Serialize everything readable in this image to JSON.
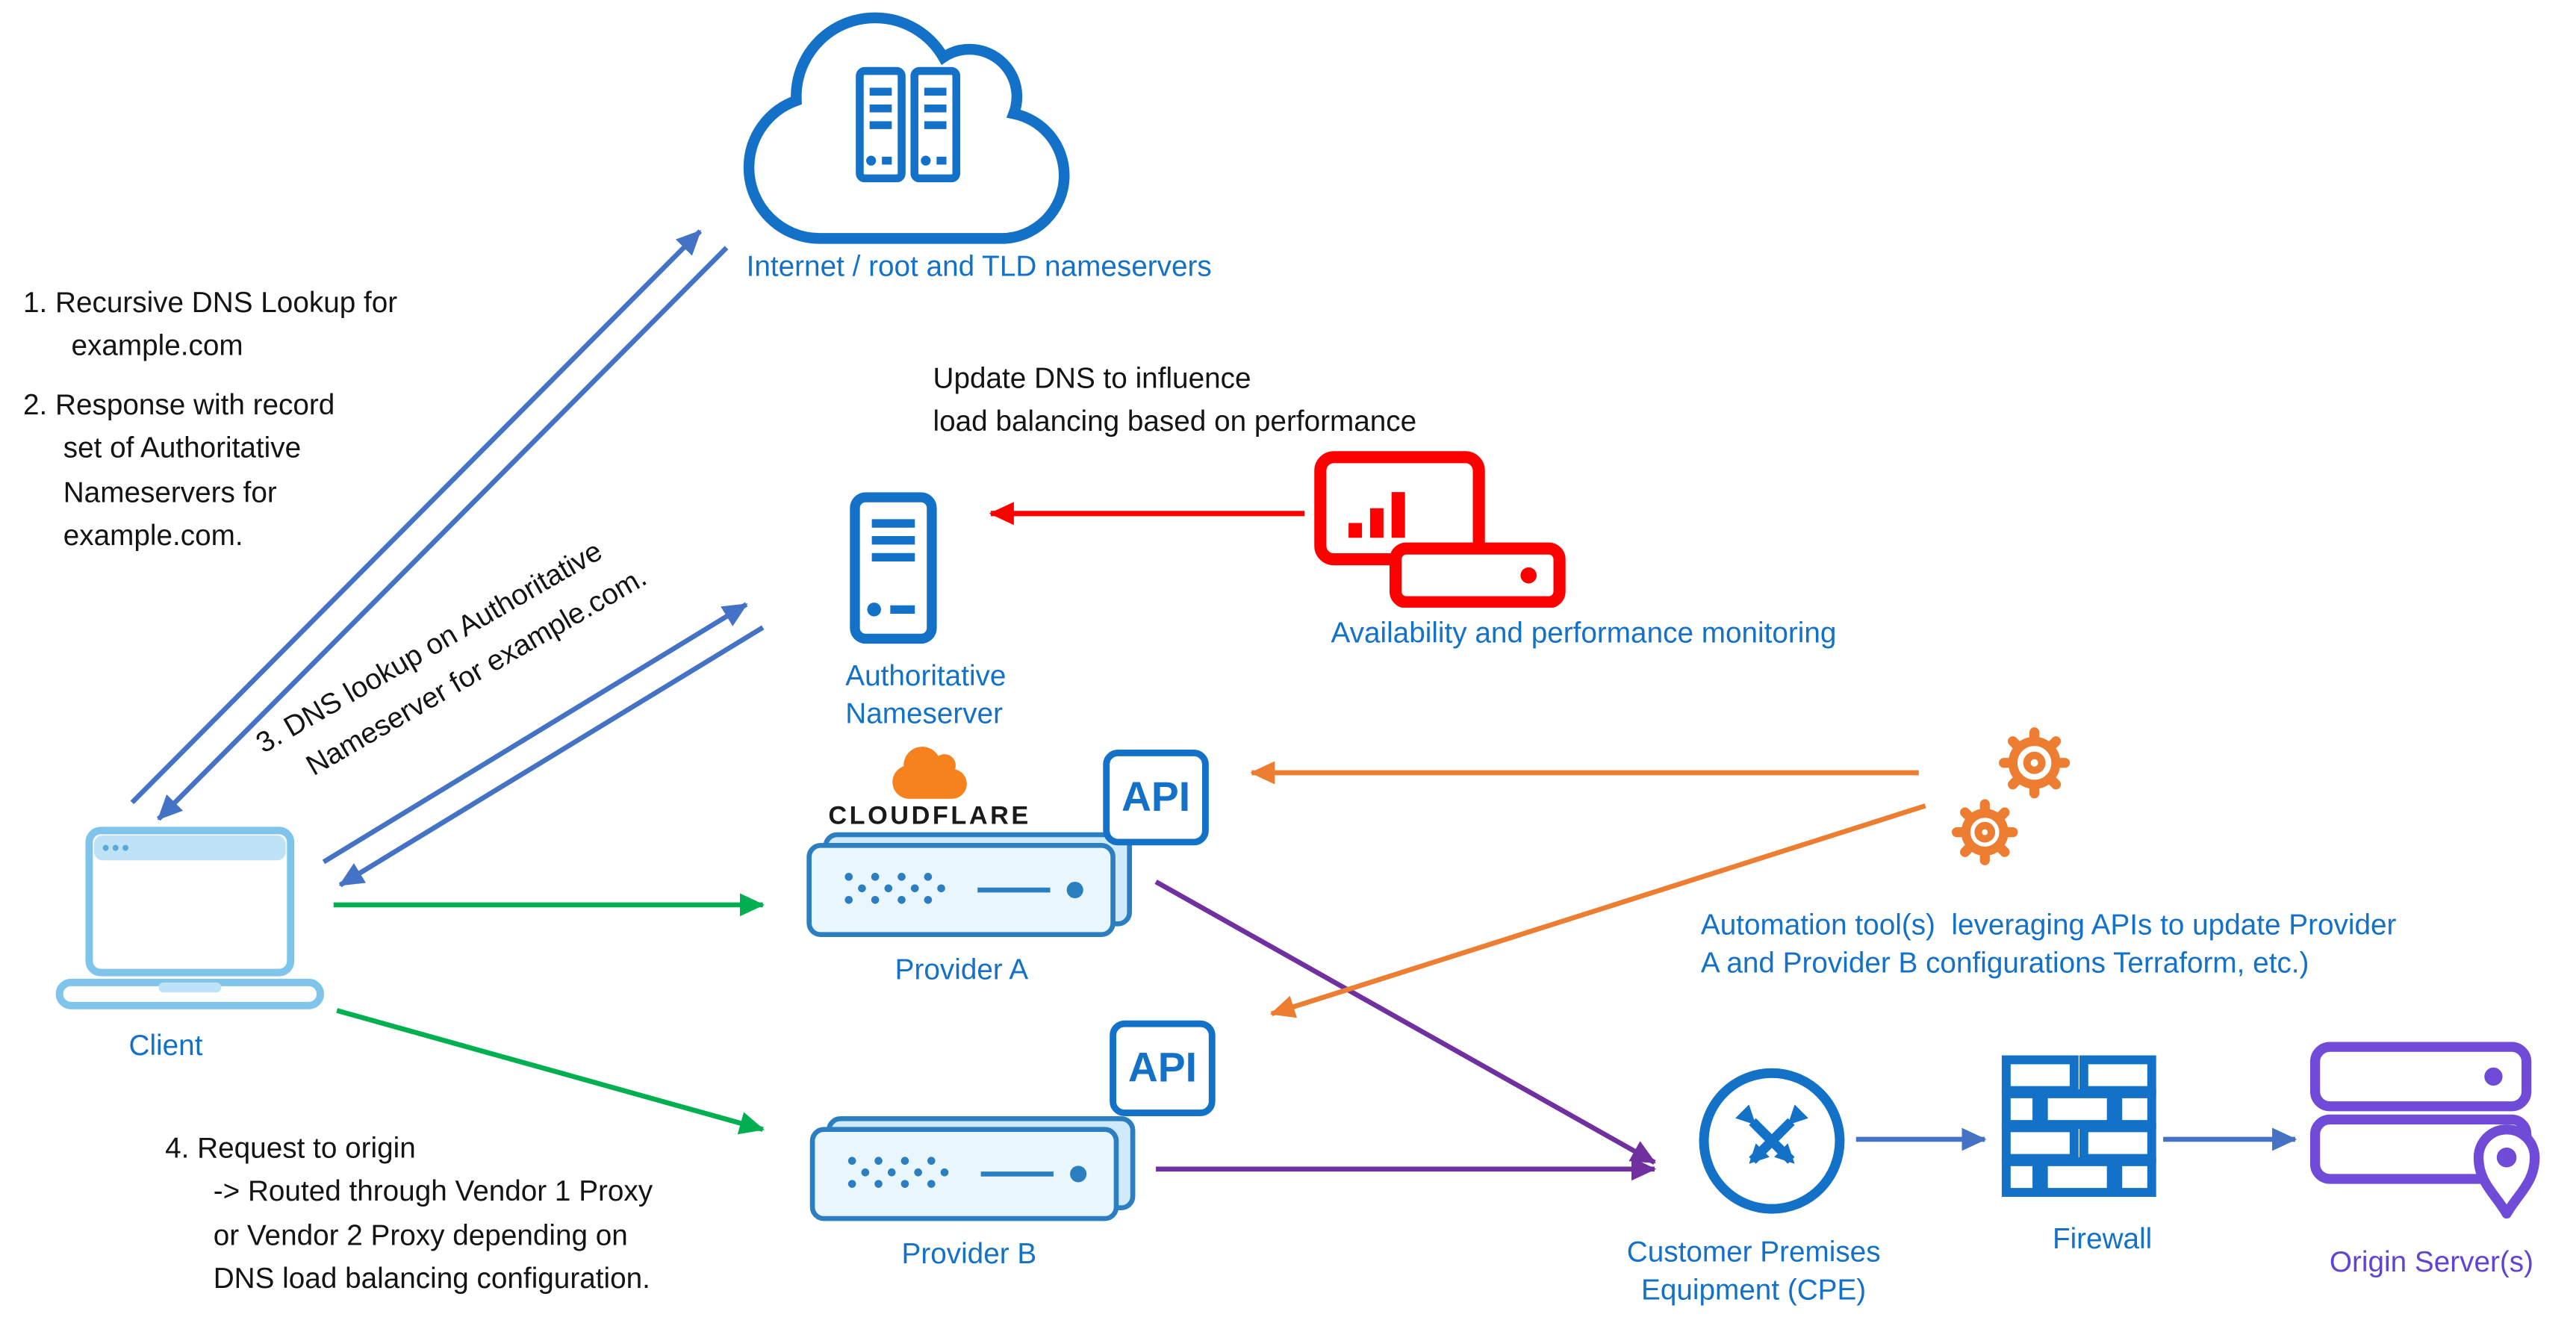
{
  "colors": {
    "label_blue": "#1471c8",
    "arrow_blue": "#4472c4",
    "green": "#00b050",
    "red": "#ff0000",
    "purple": "#7030a0",
    "orange": "#ed7d31",
    "violet": "#6244d4",
    "cloudflare_orange": "#f6821f",
    "light_blue": "#7fc4ea"
  },
  "icons": {
    "internet": "cloud-with-server-racks",
    "authoritative": "server-tower",
    "monitoring": "monitor-with-bar-chart-and-server",
    "provider": "rack-server-unit",
    "client": "laptop",
    "automation": "gears",
    "cpe": "circle-crossing-arrows-router",
    "firewall": "brick-wall",
    "origin": "stacked-servers-with-location-pin",
    "api": "api-square"
  },
  "nodes": {
    "internet": {
      "label": "Internet / root and TLD nameservers"
    },
    "authoritative": {
      "label": "Authoritative\nNameserver"
    },
    "monitoring": {
      "label": "Availability and performance monitoring"
    },
    "cloudflare": {
      "brand": "CLOUDFLARE"
    },
    "provider_a": {
      "label": "Provider A",
      "api": "API"
    },
    "provider_b": {
      "label": "Provider B",
      "api": "API"
    },
    "client": {
      "label": "Client"
    },
    "automation": {
      "label": "Automation tool(s)  leveraging APIs to update Provider\nA and Provider B configurations Terraform, etc.)"
    },
    "cpe": {
      "label": "Customer Premises\nEquipment (CPE)"
    },
    "firewall": {
      "label": "Firewall"
    },
    "origin": {
      "label": "Origin Server(s)"
    }
  },
  "annotations": {
    "step1": "1. Recursive DNS Lookup for\n      example.com",
    "step2": "2. Response with record\n     set of Authoritative\n     Nameservers for\n     example.com.",
    "step3": "3. DNS lookup on Authoritative\n    Nameserver for example.com.",
    "step4": "4. Request to origin\n      -> Routed through Vendor 1 Proxy\n      or Vendor 2 Proxy depending on\n      DNS load balancing configuration.",
    "update_dns": "Update DNS to influence\nload balancing based on performance"
  }
}
